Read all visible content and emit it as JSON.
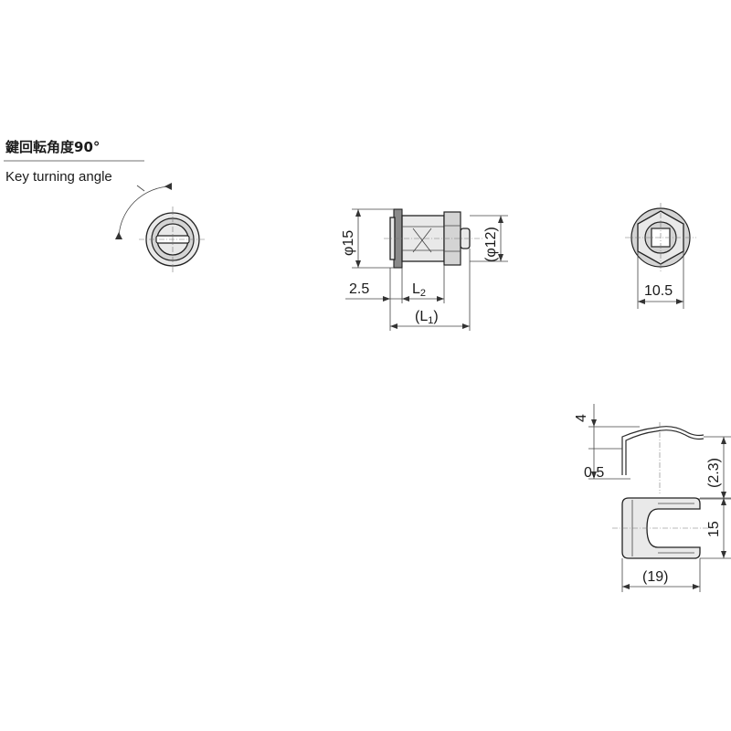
{
  "key_angle": {
    "label_jp": "鍵回転角度90°",
    "label_en": "Key turning angle"
  },
  "side_view": {
    "dia_flange": "φ15",
    "dia_body": "(φ12)",
    "flange_thickness": "2.5",
    "length_l2_main": "L",
    "length_l2_sub": "2",
    "length_l1_open": "(L",
    "length_l1_sub": "1",
    "length_l1_close": ")"
  },
  "end_view": {
    "across_flats": "10.5"
  },
  "clip": {
    "height": "4",
    "thickness": "0.5",
    "offset": "(2.3)",
    "width": "15",
    "length": "(19)"
  }
}
